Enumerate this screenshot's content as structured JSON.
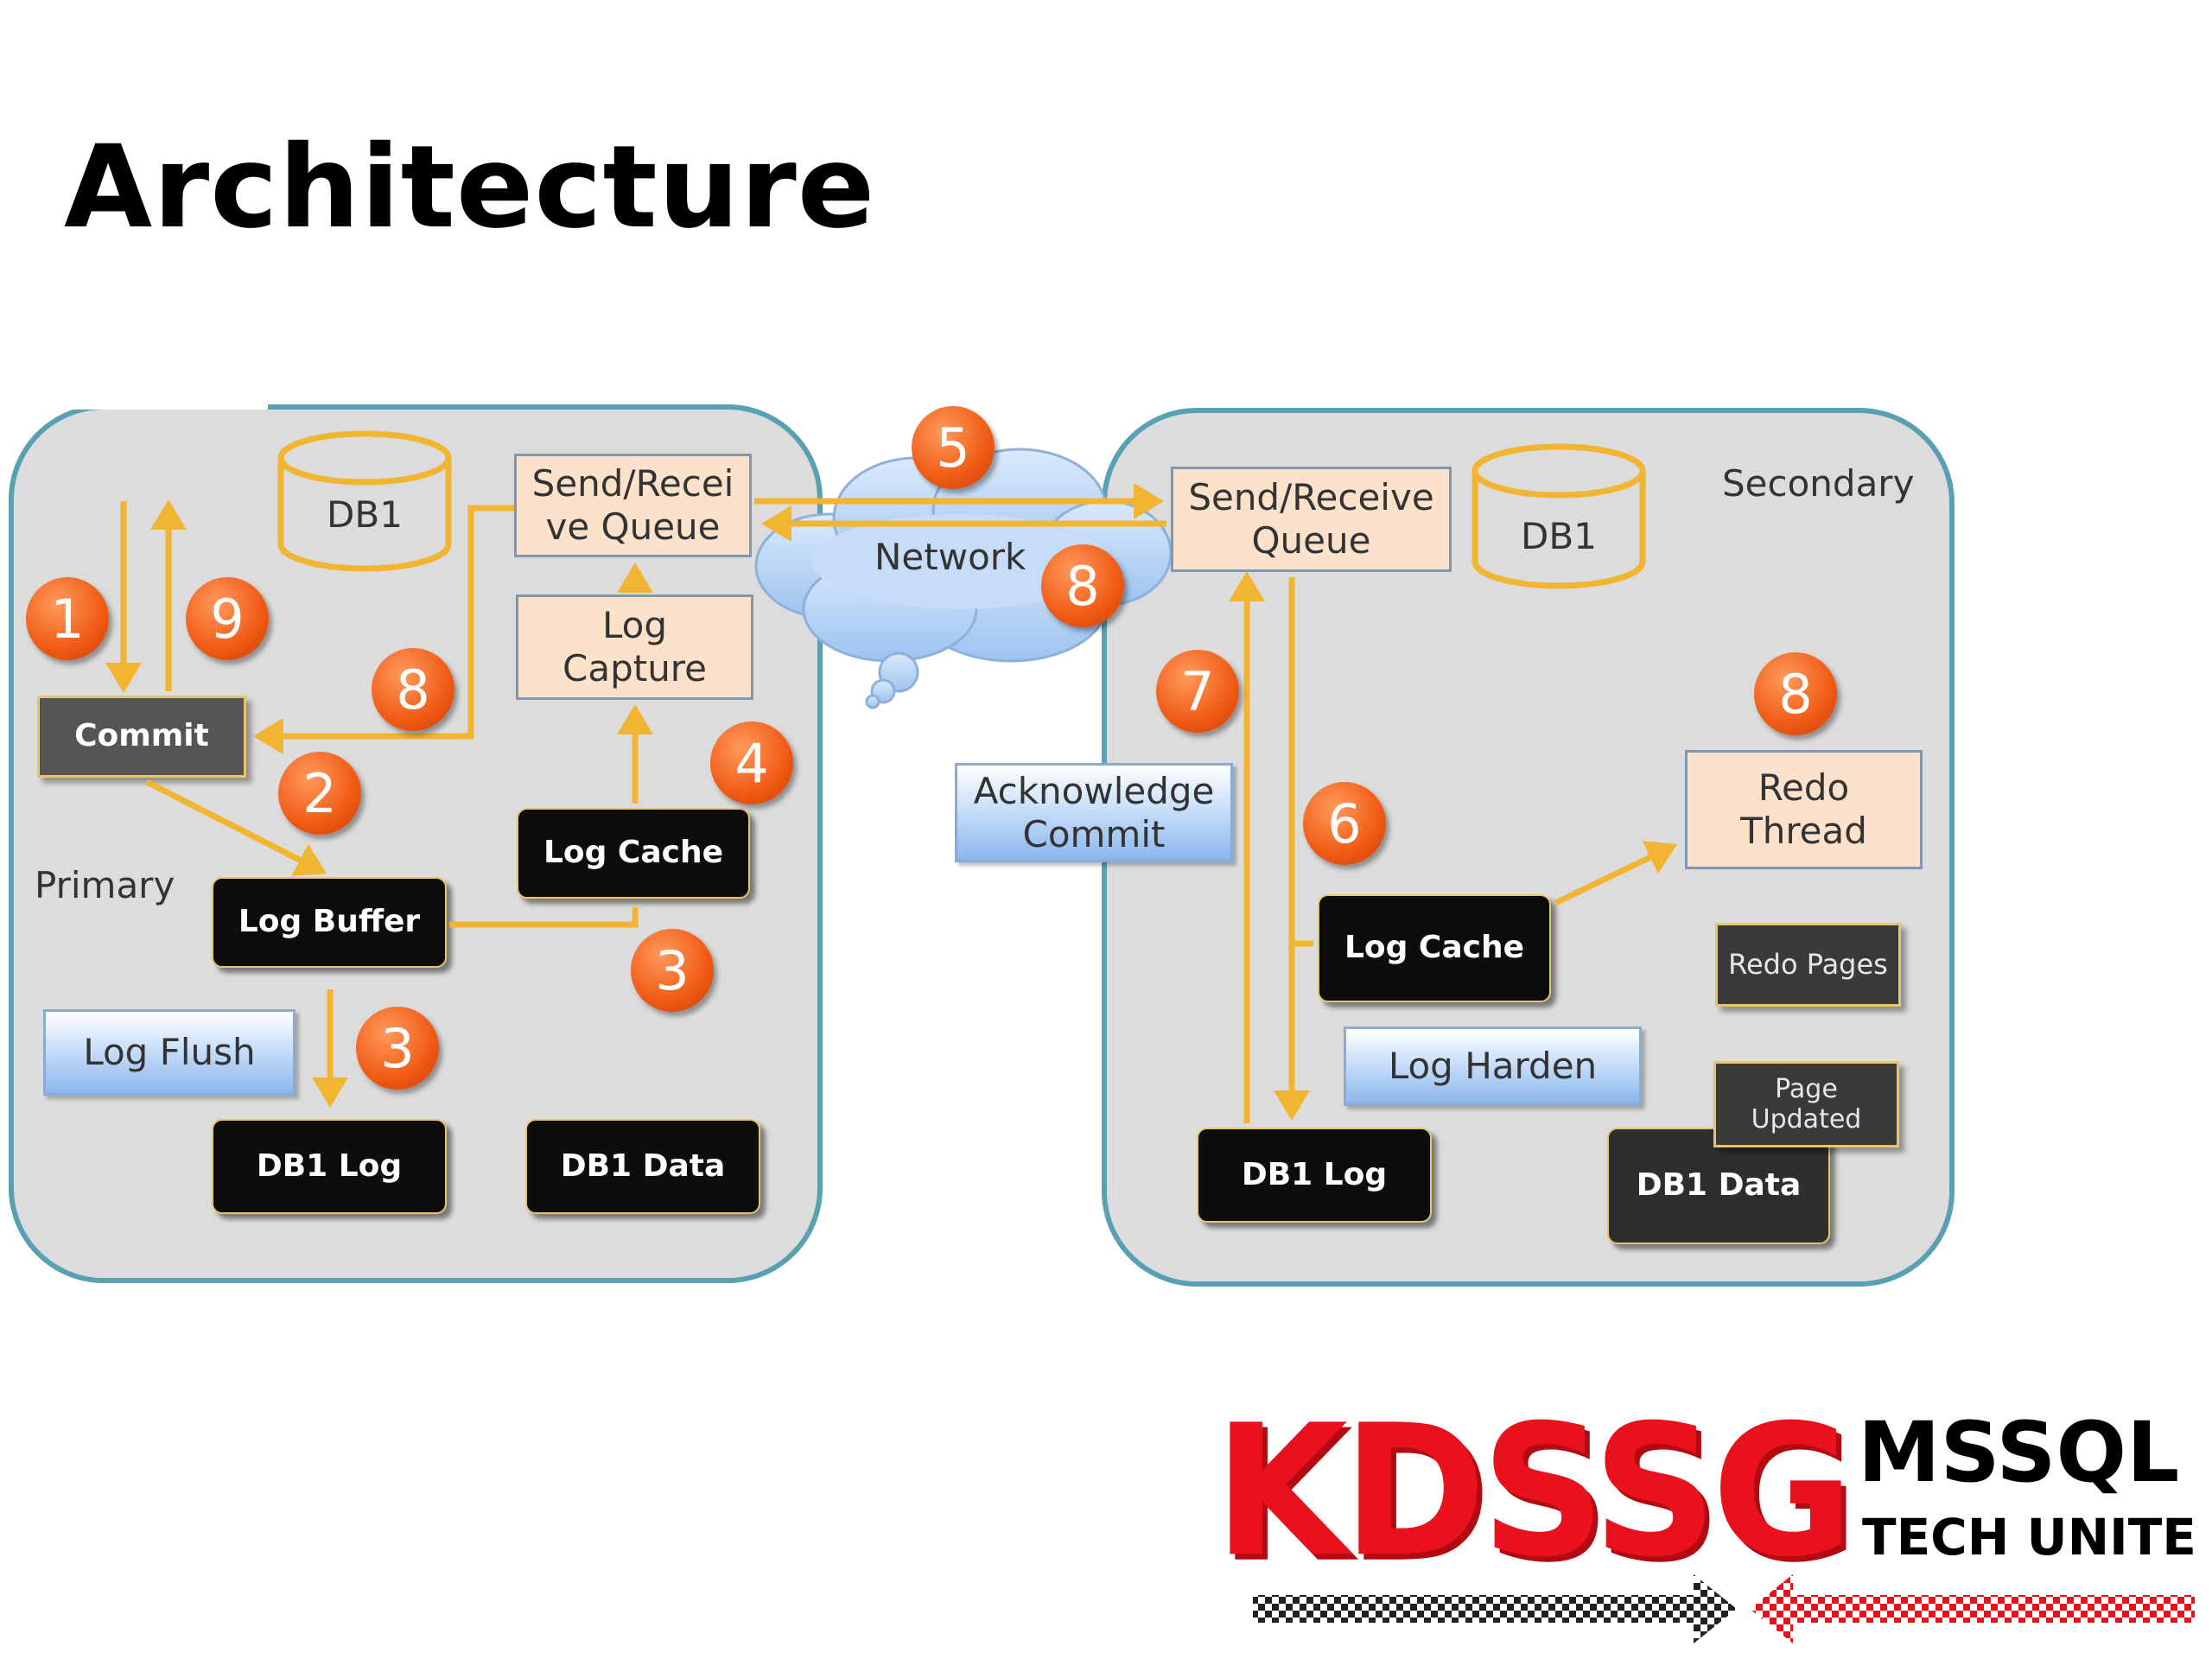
{
  "title": "Architecture",
  "primary": {
    "label": "Primary",
    "db": "DB1",
    "send_receive_queue": "Send/Recei\nve Queue",
    "log_capture": "Log\nCapture",
    "commit": "Commit",
    "log_buffer": "Log Buffer",
    "log_cache": "Log Cache",
    "log_flush": "Log Flush",
    "db1_log": "DB1 Log",
    "db1_data": "DB1 Data"
  },
  "network": {
    "label": "Network"
  },
  "secondary": {
    "label": "Secondary",
    "send_receive_queue": "Send/Receive\nQueue",
    "db": "DB1",
    "acknowledge_commit": "Acknowledge\nCommit",
    "redo_thread": "Redo\nThread",
    "log_cache": "Log Cache",
    "redo_pages": "Redo Pages",
    "log_harden": "Log Harden",
    "page_updated": "Page\nUpdated",
    "db1_log": "DB1 Log",
    "db1_data": "DB1 Data"
  },
  "steps": {
    "s1": "1",
    "s9": "9",
    "s8a": "8",
    "s2": "2",
    "s4": "4",
    "s3a": "3",
    "s3b": "3",
    "s5": "5",
    "s8b": "8",
    "s7": "7",
    "s6": "6",
    "s8c": "8"
  },
  "logo": {
    "brand": "KDSSG",
    "line1": "MSSQL",
    "line2": "TECH UNITE"
  },
  "colors": {
    "arrow": "#f2b531",
    "panel_border": "#5aa0b4",
    "badge": "#f05a14",
    "logo_red": "#e8111c"
  }
}
